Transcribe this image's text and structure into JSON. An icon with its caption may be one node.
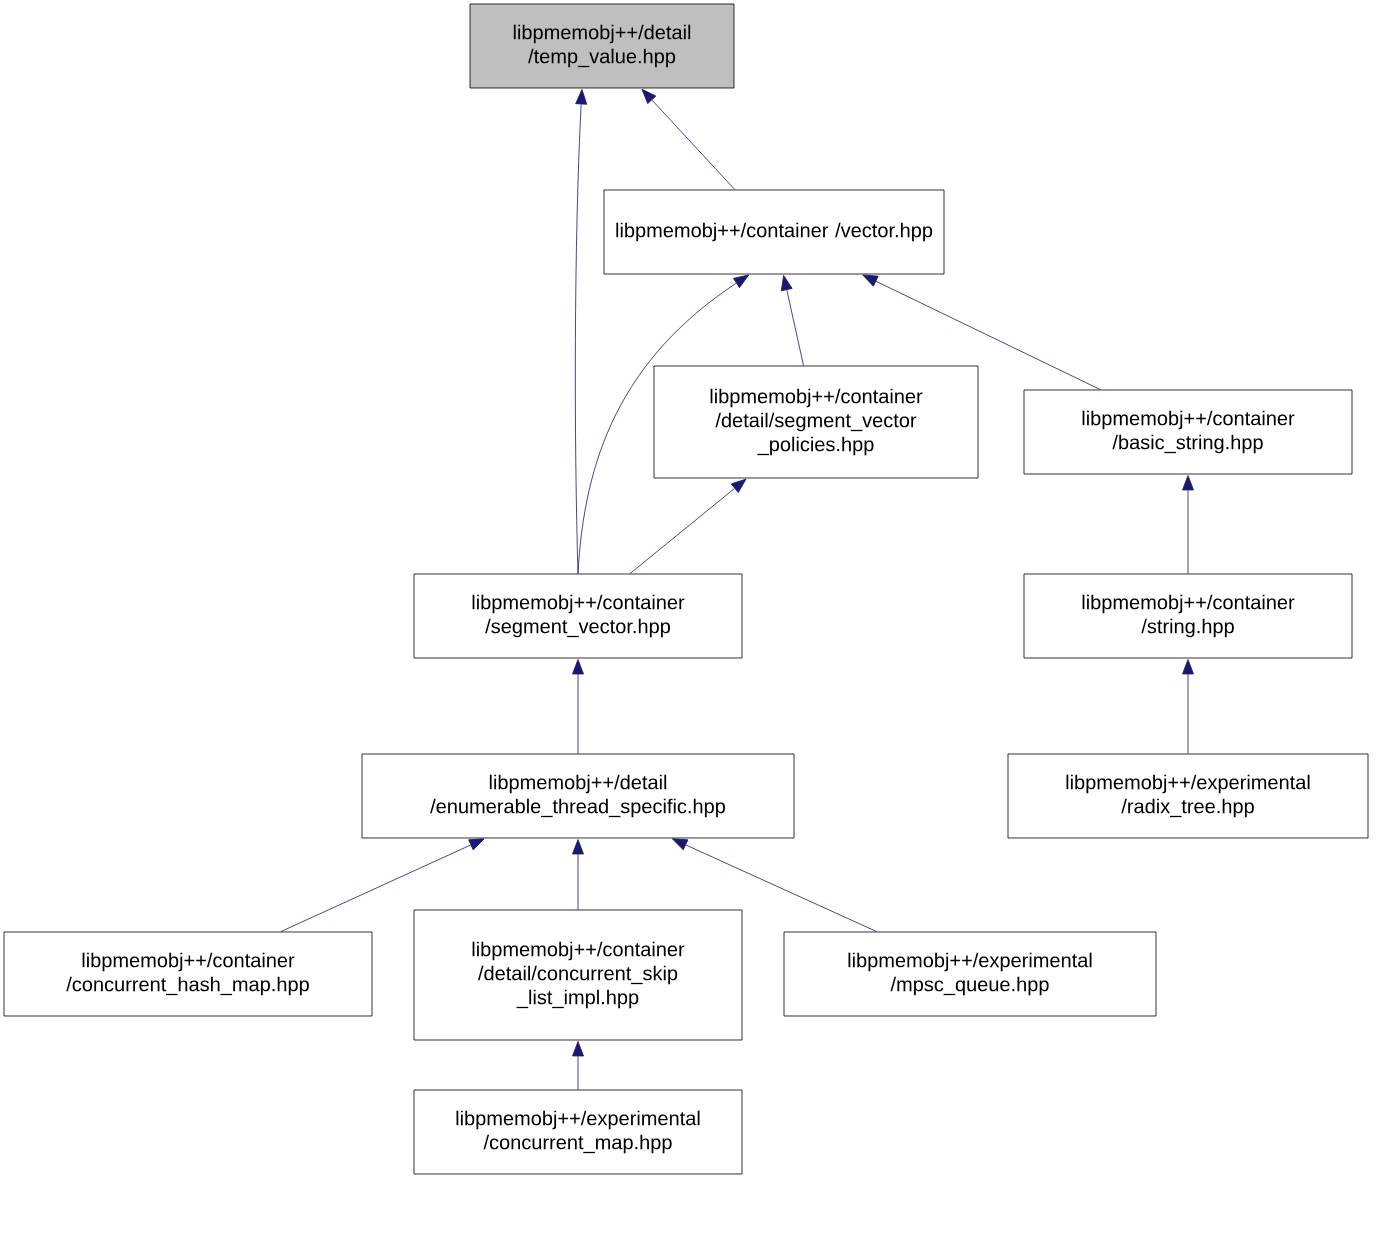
{
  "diagram": {
    "nodes": [
      {
        "text": [
          "libpmemobj++/detail /temp_value.hpp"
        ]
      },
      {
        "text": [
          "libpmemobj++/container /vector.hpp"
        ]
      },
      {
        "text": [
          "libpmemobj++/container /detail/segment_vector _policies.hpp"
        ]
      },
      {
        "text": [
          "libpmemobj++/container /basic_string.hpp"
        ]
      },
      {
        "text": [
          "libpmemobj++/container /segment_vector.hpp"
        ]
      },
      {
        "text": [
          "libpmemobj++/container /string.hpp"
        ]
      },
      {
        "text": [
          "libpmemobj++/detail /enumerable_thread_specific.hpp"
        ]
      },
      {
        "text": [
          "libpmemobj++/experimental /radix_tree.hpp"
        ]
      },
      {
        "text": [
          "libpmemobj++/container /concurrent_hash_map.hpp"
        ]
      },
      {
        "text": [
          "libpmemobj++/container /detail/concurrent_skip _list_impl.hpp"
        ]
      },
      {
        "text": [
          "libpmemobj++/experimental /mpsc_queue.hpp"
        ]
      },
      {
        "text": [
          "libpmemobj++/experimental /concurrent_map.hpp"
        ]
      }
    ],
    "edges": [
      {
        "from": 1,
        "to": 0,
        "arrow": "to"
      },
      {
        "from": 4,
        "to": 0,
        "arrow": "to"
      },
      {
        "from": 4,
        "to": 1,
        "arrow": "to"
      },
      {
        "from": 2,
        "to": 1,
        "arrow": "to"
      },
      {
        "from": 3,
        "to": 1,
        "arrow": "to"
      },
      {
        "from": 4,
        "to": 2,
        "arrow": "to"
      },
      {
        "from": 5,
        "to": 3,
        "arrow": "to"
      },
      {
        "from": 7,
        "to": 5,
        "arrow": "to"
      },
      {
        "from": 6,
        "to": 4,
        "arrow": "to"
      },
      {
        "from": 8,
        "to": 6,
        "arrow": "to"
      },
      {
        "from": 9,
        "to": 6,
        "arrow": "to"
      },
      {
        "from": 10,
        "to": 6,
        "arrow": "to"
      },
      {
        "from": 11,
        "to": 9,
        "arrow": "to"
      }
    ]
  }
}
